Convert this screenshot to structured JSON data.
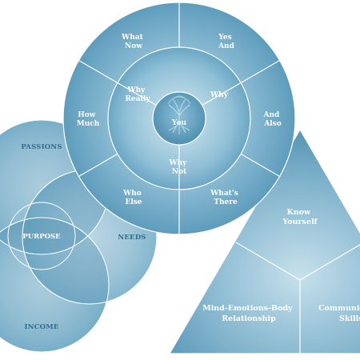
{
  "colors": {
    "accent": "#6fa9c6",
    "deep": "#4f8fb0",
    "light": "#c7dfeb",
    "text_on_light": "#2f6d8c"
  },
  "venn": {
    "passions": "PASSIONS",
    "needs": "NEEDS",
    "income": "INCOME",
    "purpose": "PURPOSE"
  },
  "wheel": {
    "outer": [
      {
        "line1": "What",
        "line2": "Now"
      },
      {
        "line1": "Yes",
        "line2": "And"
      },
      {
        "line1": "And",
        "line2": "Also"
      },
      {
        "line1": "What's",
        "line2": "There"
      },
      {
        "line1": "Who",
        "line2": "Else"
      },
      {
        "line1": "How",
        "line2": "Much"
      }
    ],
    "inner": [
      {
        "line1": "Why",
        "line2": "Really"
      },
      {
        "line1": "Why",
        "line2": ""
      },
      {
        "line1": "Why",
        "line2": "Not"
      }
    ],
    "center": "You",
    "center_icon": "tree-icon"
  },
  "triangle": {
    "top": {
      "line1": "Know",
      "line2": "Yourself"
    },
    "left": {
      "line1": "Mind-Emotions-Body",
      "line2": "Relationship"
    },
    "right": {
      "line1": "Communic",
      "line2": "Skills"
    }
  }
}
